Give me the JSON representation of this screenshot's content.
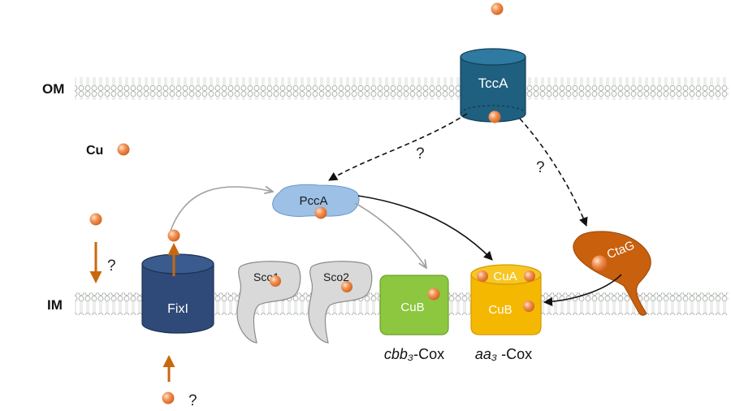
{
  "membranes": {
    "outer_label": "OM",
    "inner_label": "IM"
  },
  "legend": {
    "cu_label": "Cu"
  },
  "proteins": {
    "tcca": "TccA",
    "pcca": "PccA",
    "fixi": "FixI",
    "sco1": "Sco1",
    "sco2": "Sco2",
    "ctag": "CtaG",
    "cbb3_cub": "CuB",
    "aa3_cua": "CuA",
    "aa3_cub": "CuB"
  },
  "complexes": {
    "cbb3_italic": "cbb₃",
    "cbb3_suffix": "-Cox",
    "aa3_italic": "aa₃",
    "aa3_suffix": " -Cox"
  },
  "unknowns": {
    "q": "?"
  },
  "colors": {
    "copper": "#f08a4b",
    "tcca": "#1f5f7f",
    "fixi": "#2f4a78",
    "pcca": "#9cc0e6",
    "sco": "#d9d9d9",
    "cbb3": "#8dc63f",
    "aa3": "#f5b800",
    "ctag": "#c8600e",
    "arrow_orange": "#c8680e"
  }
}
